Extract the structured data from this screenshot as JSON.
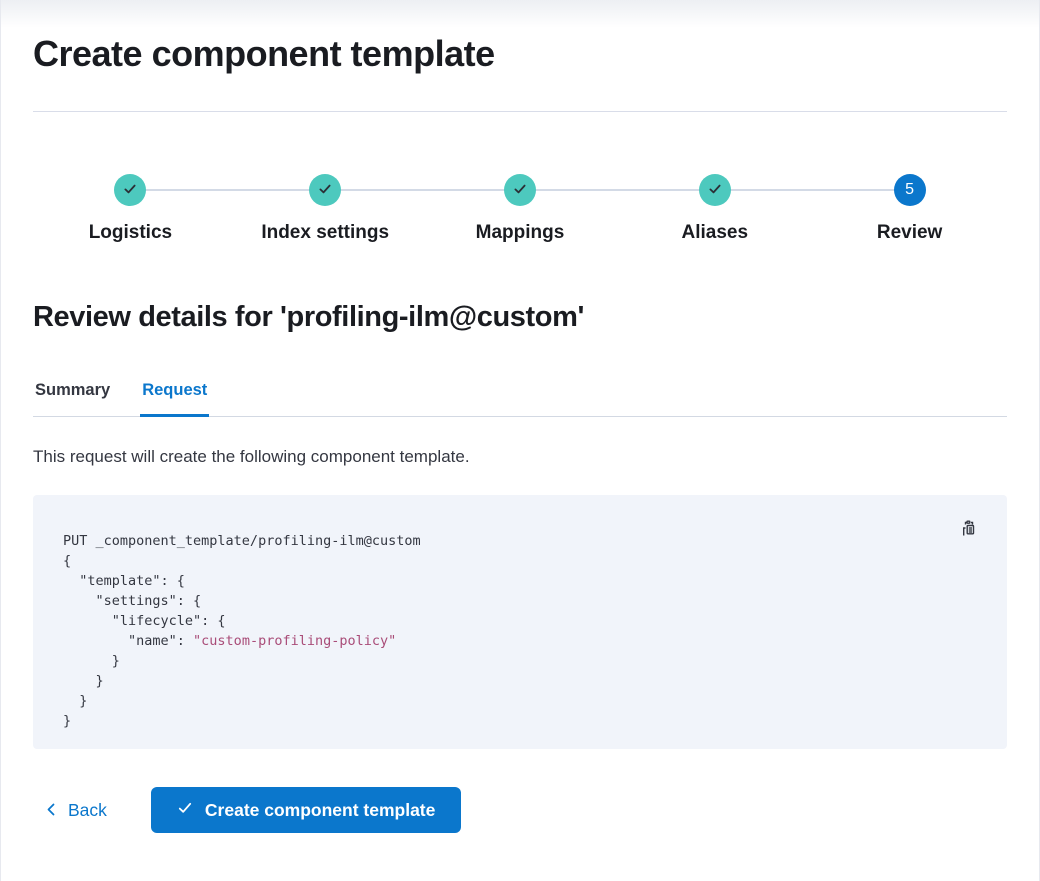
{
  "page": {
    "title": "Create component template"
  },
  "steps": {
    "items": [
      {
        "label": "Logistics",
        "status": "complete"
      },
      {
        "label": "Index settings",
        "status": "complete"
      },
      {
        "label": "Mappings",
        "status": "complete"
      },
      {
        "label": "Aliases",
        "status": "complete"
      },
      {
        "label": "Review",
        "status": "current",
        "number": "5"
      }
    ]
  },
  "review": {
    "heading": "Review details for 'profiling-ilm@custom'",
    "tabs": [
      {
        "label": "Summary",
        "selected": false
      },
      {
        "label": "Request",
        "selected": true
      }
    ],
    "description": "This request will create the following component template."
  },
  "code_block": {
    "lines": [
      [
        {
          "text": "PUT _component_template/profiling-ilm@custom",
          "type": "plain"
        }
      ],
      [
        {
          "text": "{",
          "type": "plain"
        }
      ],
      [
        {
          "text": "  \"template\": {",
          "type": "plain"
        }
      ],
      [
        {
          "text": "    \"settings\": {",
          "type": "plain"
        }
      ],
      [
        {
          "text": "      \"lifecycle\": {",
          "type": "plain"
        }
      ],
      [
        {
          "text": "        \"name\": ",
          "type": "plain"
        },
        {
          "text": "\"custom-profiling-policy\"",
          "type": "string"
        }
      ],
      [
        {
          "text": "      }",
          "type": "plain"
        }
      ],
      [
        {
          "text": "    }",
          "type": "plain"
        }
      ],
      [
        {
          "text": "  }",
          "type": "plain"
        }
      ],
      [
        {
          "text": "}",
          "type": "plain"
        }
      ]
    ]
  },
  "footer": {
    "back_label": "Back",
    "create_label": "Create component template"
  },
  "icons": {
    "step_complete": "check-icon",
    "copy": "copy-clipboard-icon",
    "back": "chevron-left-icon",
    "create": "check-icon"
  },
  "colors": {
    "primary_blue": "#0b77cc",
    "step_complete_teal": "#4dc9be",
    "code_background": "#f1f4fa",
    "code_string": "#a94c78",
    "heading_text": "#1a1c21",
    "body_text": "#343741",
    "divider": "#d9dde9"
  }
}
